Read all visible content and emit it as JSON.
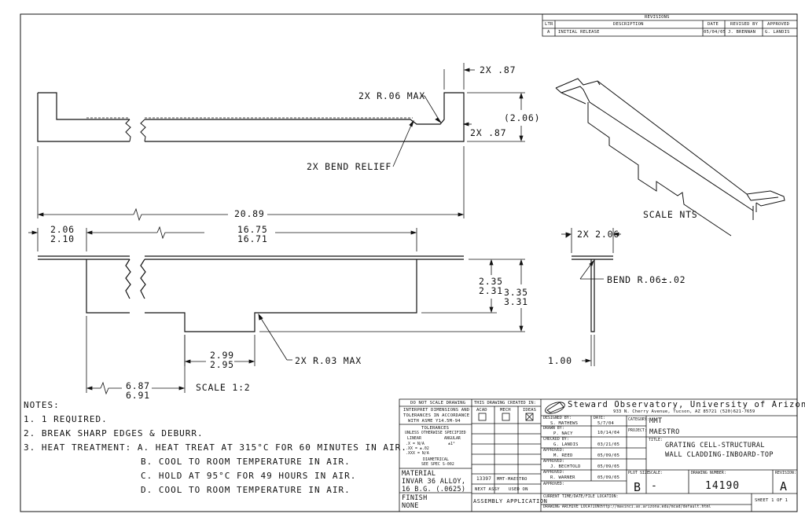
{
  "revisions": {
    "title": "REVISIONS",
    "headers": [
      "LTR",
      "DESCRIPTION",
      "DATE",
      "REVISED BY",
      "APPROVED"
    ],
    "row": [
      "A",
      "INITIAL RELEASE",
      "05/04/05",
      "J. BRENNAN",
      "G. LANDIS"
    ]
  },
  "top_view": {
    "dim_tab_top": "2X .87",
    "dim_radius": "2X R.06 MAX",
    "dim_height": "(2.06)",
    "dim_tab_side": "2X .87",
    "bend_relief": "2X BEND RELIEF",
    "overall_length": "20.89"
  },
  "iso_view": {
    "scale": "SCALE NTS"
  },
  "front_view": {
    "left_dim_top": "2.06",
    "left_dim_bot": "2.10",
    "mid_dim_top": "16.75",
    "mid_dim_bot": "16.71",
    "h1_top": "2.35",
    "h1_bot": "2.31",
    "h2_top": "3.35",
    "h2_bot": "3.31",
    "notch_top": "2.99",
    "notch_bot": "2.95",
    "radius": "2X R.03 MAX",
    "bottom_top": "6.87",
    "bottom_bot": "6.91",
    "scale": "SCALE 1:2"
  },
  "side_view": {
    "width": "2X 2.06",
    "bend": "BEND R.06±.02",
    "height": "1.00"
  },
  "notes": {
    "title": "NOTES:",
    "items": [
      "1. 1 REQUIRED.",
      "2. BREAK SHARP EDGES & DEBURR.",
      "3. HEAT TREATMENT: A. HEAT TREAT AT 315°C FOR 60 MINUTES IN AIR.",
      "B. COOL TO ROOM TEMPERATURE IN AIR.",
      "C. HOLD AT 95°C FOR 49 HOURS IN AIR.",
      "D. COOL TO ROOM TEMPERATURE IN AIR."
    ]
  },
  "title_block": {
    "do_not_scale": "DO NOT SCALE DRAWING",
    "interpret": "INTERPRET DIMENSIONS AND",
    "tolerances_line": "TOLERANCES IN ACCORDANCE",
    "asme": "WITH ASME Y14.5M-94",
    "tolerances": "TOLERANCES",
    "unless": "UNLESS OTHERWISE SPECIFIED",
    "linear": "LINEAR",
    "angular": "ANGULAR",
    "tol_x": ".X = N/A",
    "tol_xx": ".XX = ±.02",
    "tol_xxx": ".XXX = N/A",
    "tol_ang": "±1°",
    "diametrical": "DIAMETRICAL",
    "see_spec": "SEE SPEC S-002",
    "created_in": "THIS DRAWING CREATED IN:",
    "cad_headers": [
      "ACAD",
      "MECH",
      "IDEAS"
    ],
    "material_label": "MATERIAL",
    "material_1": "INVAR 36 ALLOY,",
    "material_2": "16 B.G. (.0625)",
    "finish_label": "FINISH",
    "finish_val": "NONE",
    "next_assy_num": "13397",
    "used_on_val": "MMT-MAESTRO",
    "next_assy": "NEXT ASSY",
    "used_on": "USED ON",
    "assembly_app": "ASSEMBLY APPLICATION",
    "org_name": "Steward Observatory, University of Arizona",
    "org_addr": "933 N. Cherry Avenue, Tucson, AZ  85721   (520)621-7659",
    "designed_by_label": "DESIGNED BY:",
    "designed_by": "S. MATHEWS",
    "date_label": "DATE:",
    "designed_date": "5/7/04",
    "category_label": "CATEGORY:",
    "category": "MMT",
    "drawn_by_label": "DRAWN BY:",
    "drawn_by": "P. NACY",
    "drawn_date": "10/14/04",
    "project_label": "PROJECT:",
    "project": "MAESTRO",
    "checked_label": "CHECKED BY:",
    "checked_by": "G. LANDIS",
    "checked_date": "03/21/05",
    "approved_label": "APPROVED:",
    "approved_1": "M. REED",
    "approved_1_date": "05/09/05",
    "approved_2": "J. BECHTOLD",
    "approved_2_date": "05/09/05",
    "approved_3": "R. WARNER",
    "approved_3_date": "05/09/05",
    "title_label": "TITLE:",
    "title_1": "GRATING CELL-STRUCTURAL",
    "title_2": "WALL CLADDING-INBOARD-TOP",
    "plot_size_label": "PLOT SIZE",
    "plot_size": "B",
    "scale_label": "SCALE:",
    "scale": "-",
    "drawing_number_label": "DRAWING NUMBER:",
    "drawing_number": "14190",
    "revision_label": "REVISION:",
    "revision": "A",
    "current_file_label": "CURRENT TIME/DATE/FILE LOCATION:",
    "archive_label": "DRAWING ARCHIVE LOCATION:",
    "archive_url": "http://mavinci.as.arizona.edu/mcad/default.html",
    "sheet": "SHEET 1 OF 1"
  }
}
